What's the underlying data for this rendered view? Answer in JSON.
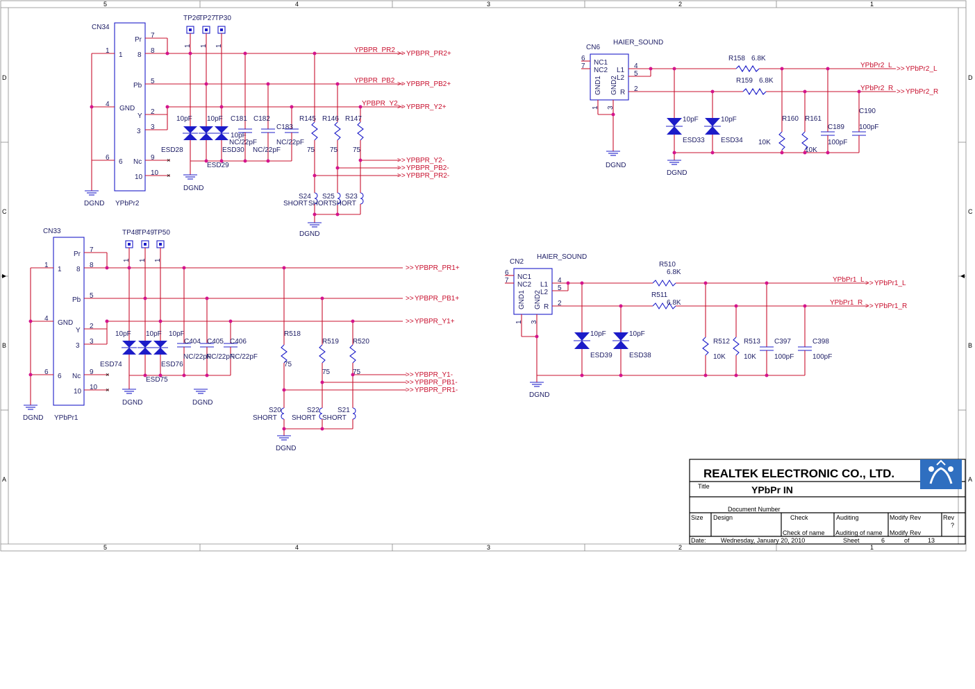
{
  "border": {
    "cols": [
      "5",
      "4",
      "3",
      "2",
      "1"
    ],
    "rows": [
      "D",
      "C",
      "B",
      "A"
    ]
  },
  "top": {
    "connector": {
      "ref": "CN34",
      "name": "YPbPr2",
      "pins": [
        "Pr",
        "GND",
        "Y",
        "Pb",
        "Nc"
      ],
      "pin_nums": [
        "7",
        "8",
        "1",
        "5",
        "4",
        "2",
        "3",
        "6",
        "9",
        "10"
      ]
    },
    "testpoints": [
      "TP26",
      "TP27",
      "TP30"
    ],
    "tp_pin": "1",
    "diodes": {
      "caps": [
        "10pF",
        "10pF",
        "10pF"
      ],
      "refs": [
        "ESD28",
        "ESD29",
        "ESD30"
      ]
    },
    "caps": [
      {
        "ref": "C181",
        "val": "NC/22pF"
      },
      {
        "ref": "C182",
        "val": "NC/22pF"
      },
      {
        "ref": "C183",
        "val": "NC/22pF"
      }
    ],
    "resistors": [
      {
        "ref": "R145",
        "val": "75"
      },
      {
        "ref": "R146",
        "val": "75"
      },
      {
        "ref": "R147",
        "val": "75"
      }
    ],
    "shorts": [
      {
        "ref": "S24",
        "val": "SHORT"
      },
      {
        "ref": "S25",
        "val": "SHORT"
      },
      {
        "ref": "S23",
        "val": "SHORT"
      }
    ],
    "nets": {
      "pr": "YPBPR_PR2",
      "pb": "YPBPR_PB2",
      "y": "YPBPR_Y2"
    },
    "ports": [
      "YPBPR_PR2+",
      "YPBPR_PB2+",
      "YPBPR_Y2+",
      "YPBPR_Y2-",
      "YPBPR_PB2-",
      "YPBPR_PR2-"
    ],
    "gnd": "DGND"
  },
  "bottom": {
    "connector": {
      "ref": "CN33",
      "name": "YPbPr1",
      "pins": [
        "Pr",
        "GND",
        "Y",
        "Pb",
        "Nc"
      ],
      "pin_nums": [
        "7",
        "8",
        "1",
        "5",
        "4",
        "2",
        "3",
        "6",
        "9",
        "10"
      ]
    },
    "testpoints": [
      "TP48",
      "TP49",
      "TP50"
    ],
    "tp_pin": "1",
    "diodes": {
      "caps": [
        "10pF",
        "10pF",
        "10pF"
      ],
      "refs": [
        "ESD74",
        "ESD75",
        "ESD76"
      ]
    },
    "caps": [
      {
        "ref": "C404",
        "val": "NC/22pF"
      },
      {
        "ref": "C405",
        "val": "NC/22pF"
      },
      {
        "ref": "C406",
        "val": "NC/22pF"
      }
    ],
    "resistors": [
      {
        "ref": "R518",
        "val": "75"
      },
      {
        "ref": "R519",
        "val": "75"
      },
      {
        "ref": "R520",
        "val": "75"
      }
    ],
    "shorts": [
      {
        "ref": "S20",
        "val": "SHORT"
      },
      {
        "ref": "S22",
        "val": "SHORT"
      },
      {
        "ref": "S21",
        "val": "SHORT"
      }
    ],
    "ports": [
      "YPBPR_PR1+",
      "YPBPR_PB1+",
      "YPBPR_Y1+",
      "YPBPR_Y1-",
      "YPBPR_PB1-",
      "YPBPR_PR1-"
    ],
    "gnd": "DGND"
  },
  "audio_top": {
    "connector": {
      "ref": "CN6",
      "name": "HAIER_SOUND",
      "pins": [
        "NC1",
        "NC2",
        "L1",
        "L2",
        "R",
        "GND1",
        "GND2"
      ],
      "pin_nums": [
        "6",
        "7",
        "4",
        "5",
        "2",
        "1",
        "3"
      ]
    },
    "resistors": [
      {
        "ref": "R158",
        "val": "6.8K"
      },
      {
        "ref": "R159",
        "val": "6.8K"
      },
      {
        "ref": "R160",
        "val": "10K"
      },
      {
        "ref": "R161",
        "val": "10K"
      }
    ],
    "caps": [
      {
        "ref": "C189",
        "val": "100pF"
      },
      {
        "ref": "C190",
        "val": "100pF"
      }
    ],
    "diodes": {
      "caps": [
        "10pF",
        "10pF"
      ],
      "refs": [
        "ESD33",
        "ESD34"
      ]
    },
    "nets": [
      "YPbPr2_L",
      "YPbPr2_R"
    ],
    "ports": [
      "YPbPr2_L",
      "YPbPr2_R"
    ],
    "gnd": "DGND"
  },
  "audio_bottom": {
    "connector": {
      "ref": "CN2",
      "name": "HAIER_SOUND",
      "pins": [
        "NC1",
        "NC2",
        "L1",
        "L2",
        "R",
        "GND1",
        "GND2"
      ],
      "pin_nums": [
        "6",
        "7",
        "4",
        "5",
        "2",
        "1",
        "3"
      ]
    },
    "resistors": [
      {
        "ref": "R510",
        "val": "6.8K"
      },
      {
        "ref": "R511",
        "val": "6.8K"
      },
      {
        "ref": "R512",
        "val": "10K"
      },
      {
        "ref": "R513",
        "val": "10K"
      }
    ],
    "caps": [
      {
        "ref": "C397",
        "val": "100pF"
      },
      {
        "ref": "C398",
        "val": "100pF"
      }
    ],
    "diodes": {
      "caps": [
        "10pF",
        "10pF"
      ],
      "refs": [
        "ESD39",
        "ESD38"
      ]
    },
    "nets": [
      "YPbPr1_L",
      "YPbPr1_R"
    ],
    "ports": [
      "YPbPr1_L",
      "YPbPr1_R"
    ],
    "gnd": "DGND"
  },
  "title_block": {
    "company": "REALTEK  ELECTRONIC  CO.,  LTD.",
    "title_label": "Title",
    "title": "YPbPr IN",
    "docnum_label": "Document Number",
    "size_label": "Size",
    "design_label": "Design",
    "check_label": "Check",
    "check_value": "Check  of  name",
    "auditing_label": "Auditing",
    "auditing_value": "Auditing of name",
    "modify_label": "Modify Rev",
    "modify_value": "Modify Rev",
    "rev_label": "Rev",
    "rev_value": "?",
    "date_label": "Date:",
    "date": "Wednesday, January 20, 2010",
    "sheet_label": "Sheet",
    "sheet": "6",
    "of_label": "of",
    "total": "13"
  },
  "colors": {
    "wire": "#c8102e",
    "symbol": "#1c1cc8",
    "junction": "#d4148c",
    "text": "#1c1c64",
    "logo_bg": "#2f6fc0"
  }
}
